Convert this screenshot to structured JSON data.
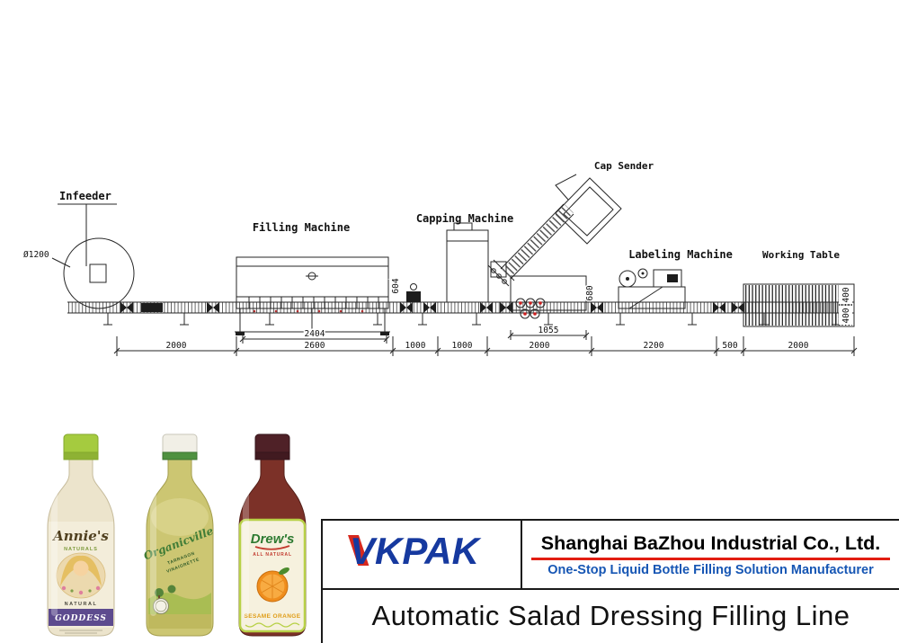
{
  "diagram": {
    "labels": {
      "infeeder": "Infeeder",
      "infeeder_diameter": "Ø1200",
      "filling_machine": "Filling Machine",
      "capping_machine": "Capping Machine",
      "cap_sender": "Cap Sender",
      "labeling_machine": "Labeling Machine",
      "working_table": "Working Table"
    },
    "dimensions": {
      "infeeder_section": "2000",
      "filling_inner_width": "2404",
      "filling_outer_width": "2600",
      "filling_height": "604",
      "gap_after_filling": "1000",
      "capping_approach": "1000",
      "capping_section": "2000",
      "capper_width": "1055",
      "capper_height": "680",
      "labeling_section": "2200",
      "gap_before_table": "500",
      "table_section": "2000",
      "table_depth_top": "400",
      "table_depth_bottom": "400"
    }
  },
  "bottles": [
    {
      "brand": "Annie's",
      "sub": "NATURALS",
      "line1": "NATURAL",
      "line2": "GODDESS"
    },
    {
      "brand": "Organicville",
      "line1": "TARRAGON",
      "line2": "VINAIGRETTE"
    },
    {
      "brand": "Drew's",
      "sub": "ALL NATURAL",
      "line1": "SESAME ORANGE"
    }
  ],
  "footer": {
    "logo": "VKPAK",
    "company": "Shanghai BaZhou Industrial Co., Ltd.",
    "tagline": "One-Stop Liquid Bottle Filling Solution Manufacturer",
    "title": "Automatic Salad Dressing Filling Line"
  },
  "colors": {
    "logo_blue": "#16399f",
    "logo_red": "#d6281e",
    "rule_red": "#e21d12",
    "tagline_blue": "#1656b4",
    "diagram_ink": "#262626"
  }
}
